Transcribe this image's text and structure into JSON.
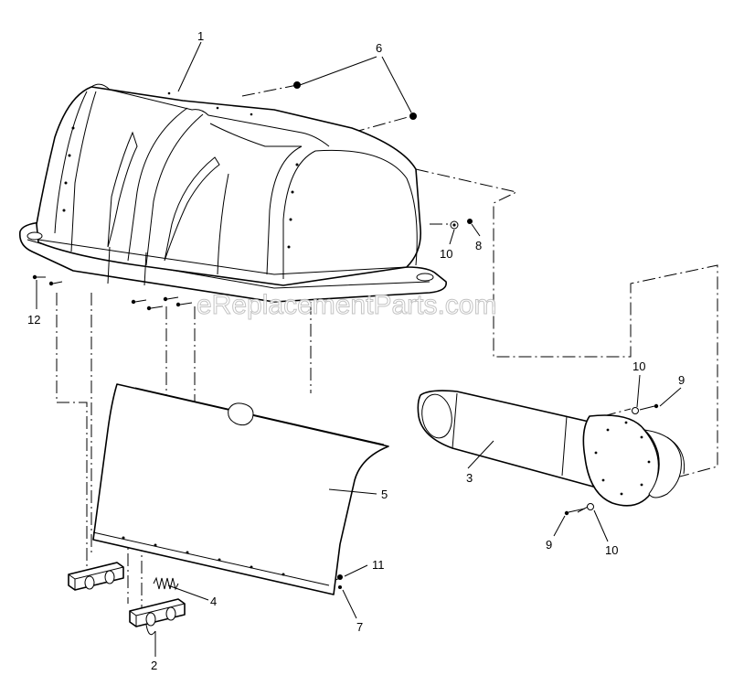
{
  "watermark": "eReplacementParts.com",
  "callouts": {
    "c1": "1",
    "c2": "2",
    "c3": "3",
    "c4": "4",
    "c5": "5",
    "c6": "6",
    "c7": "7",
    "c8": "8",
    "c9a": "9",
    "c9b": "9",
    "c10a": "10",
    "c10b": "10",
    "c10c": "10",
    "c11": "11",
    "c12": "12"
  },
  "colors": {
    "line": "#000000",
    "background": "#ffffff",
    "watermark": "#bdbdbd"
  }
}
